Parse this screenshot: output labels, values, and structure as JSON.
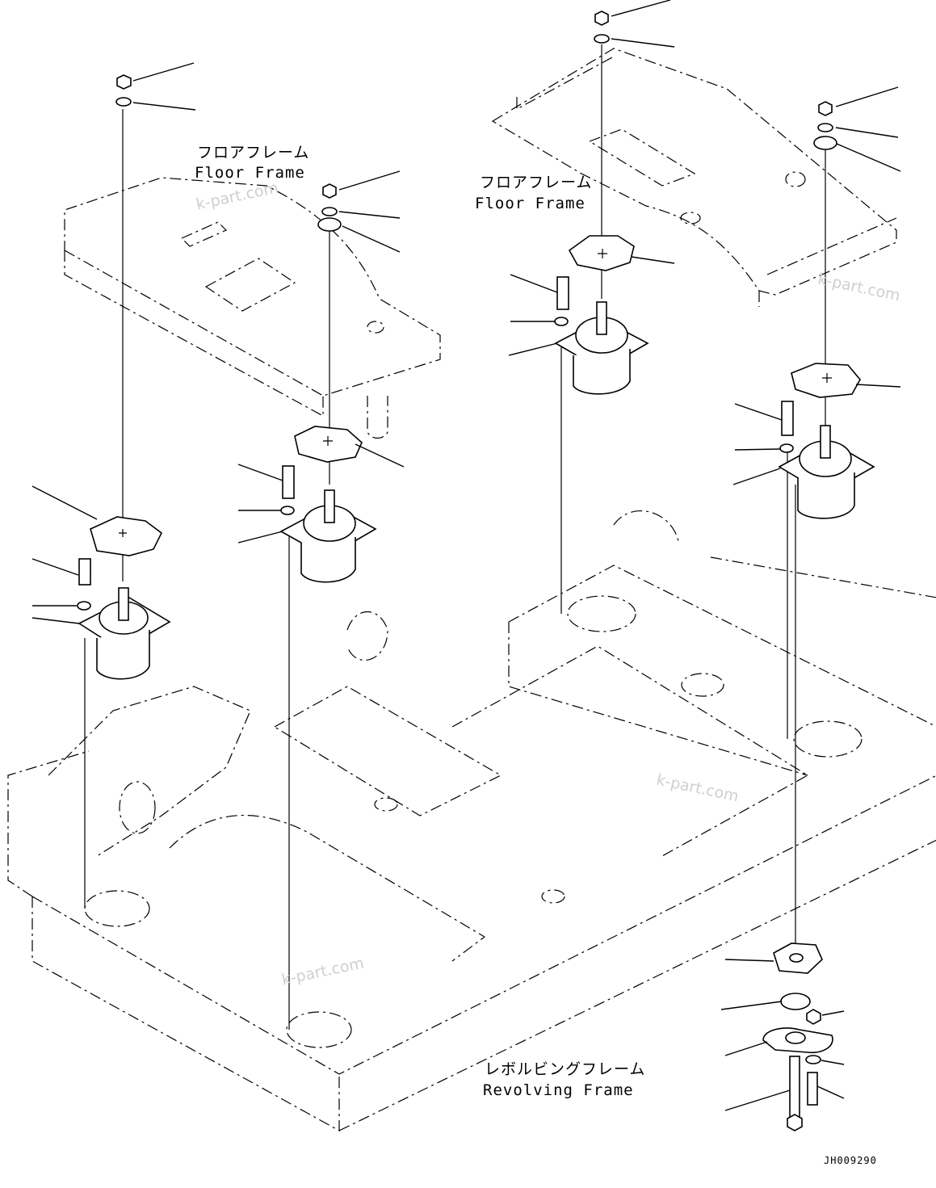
{
  "labels": {
    "floor_frame_left_jp": "フロアフレーム",
    "floor_frame_left_en": "Floor Frame",
    "floor_frame_right_jp": "フロアフレーム",
    "floor_frame_right_en": "Floor Frame",
    "revolving_frame_jp": "レボルビングフレーム",
    "revolving_frame_en": "Revolving Frame"
  },
  "watermark": "k-part.com",
  "drawing_code": "JH009290"
}
